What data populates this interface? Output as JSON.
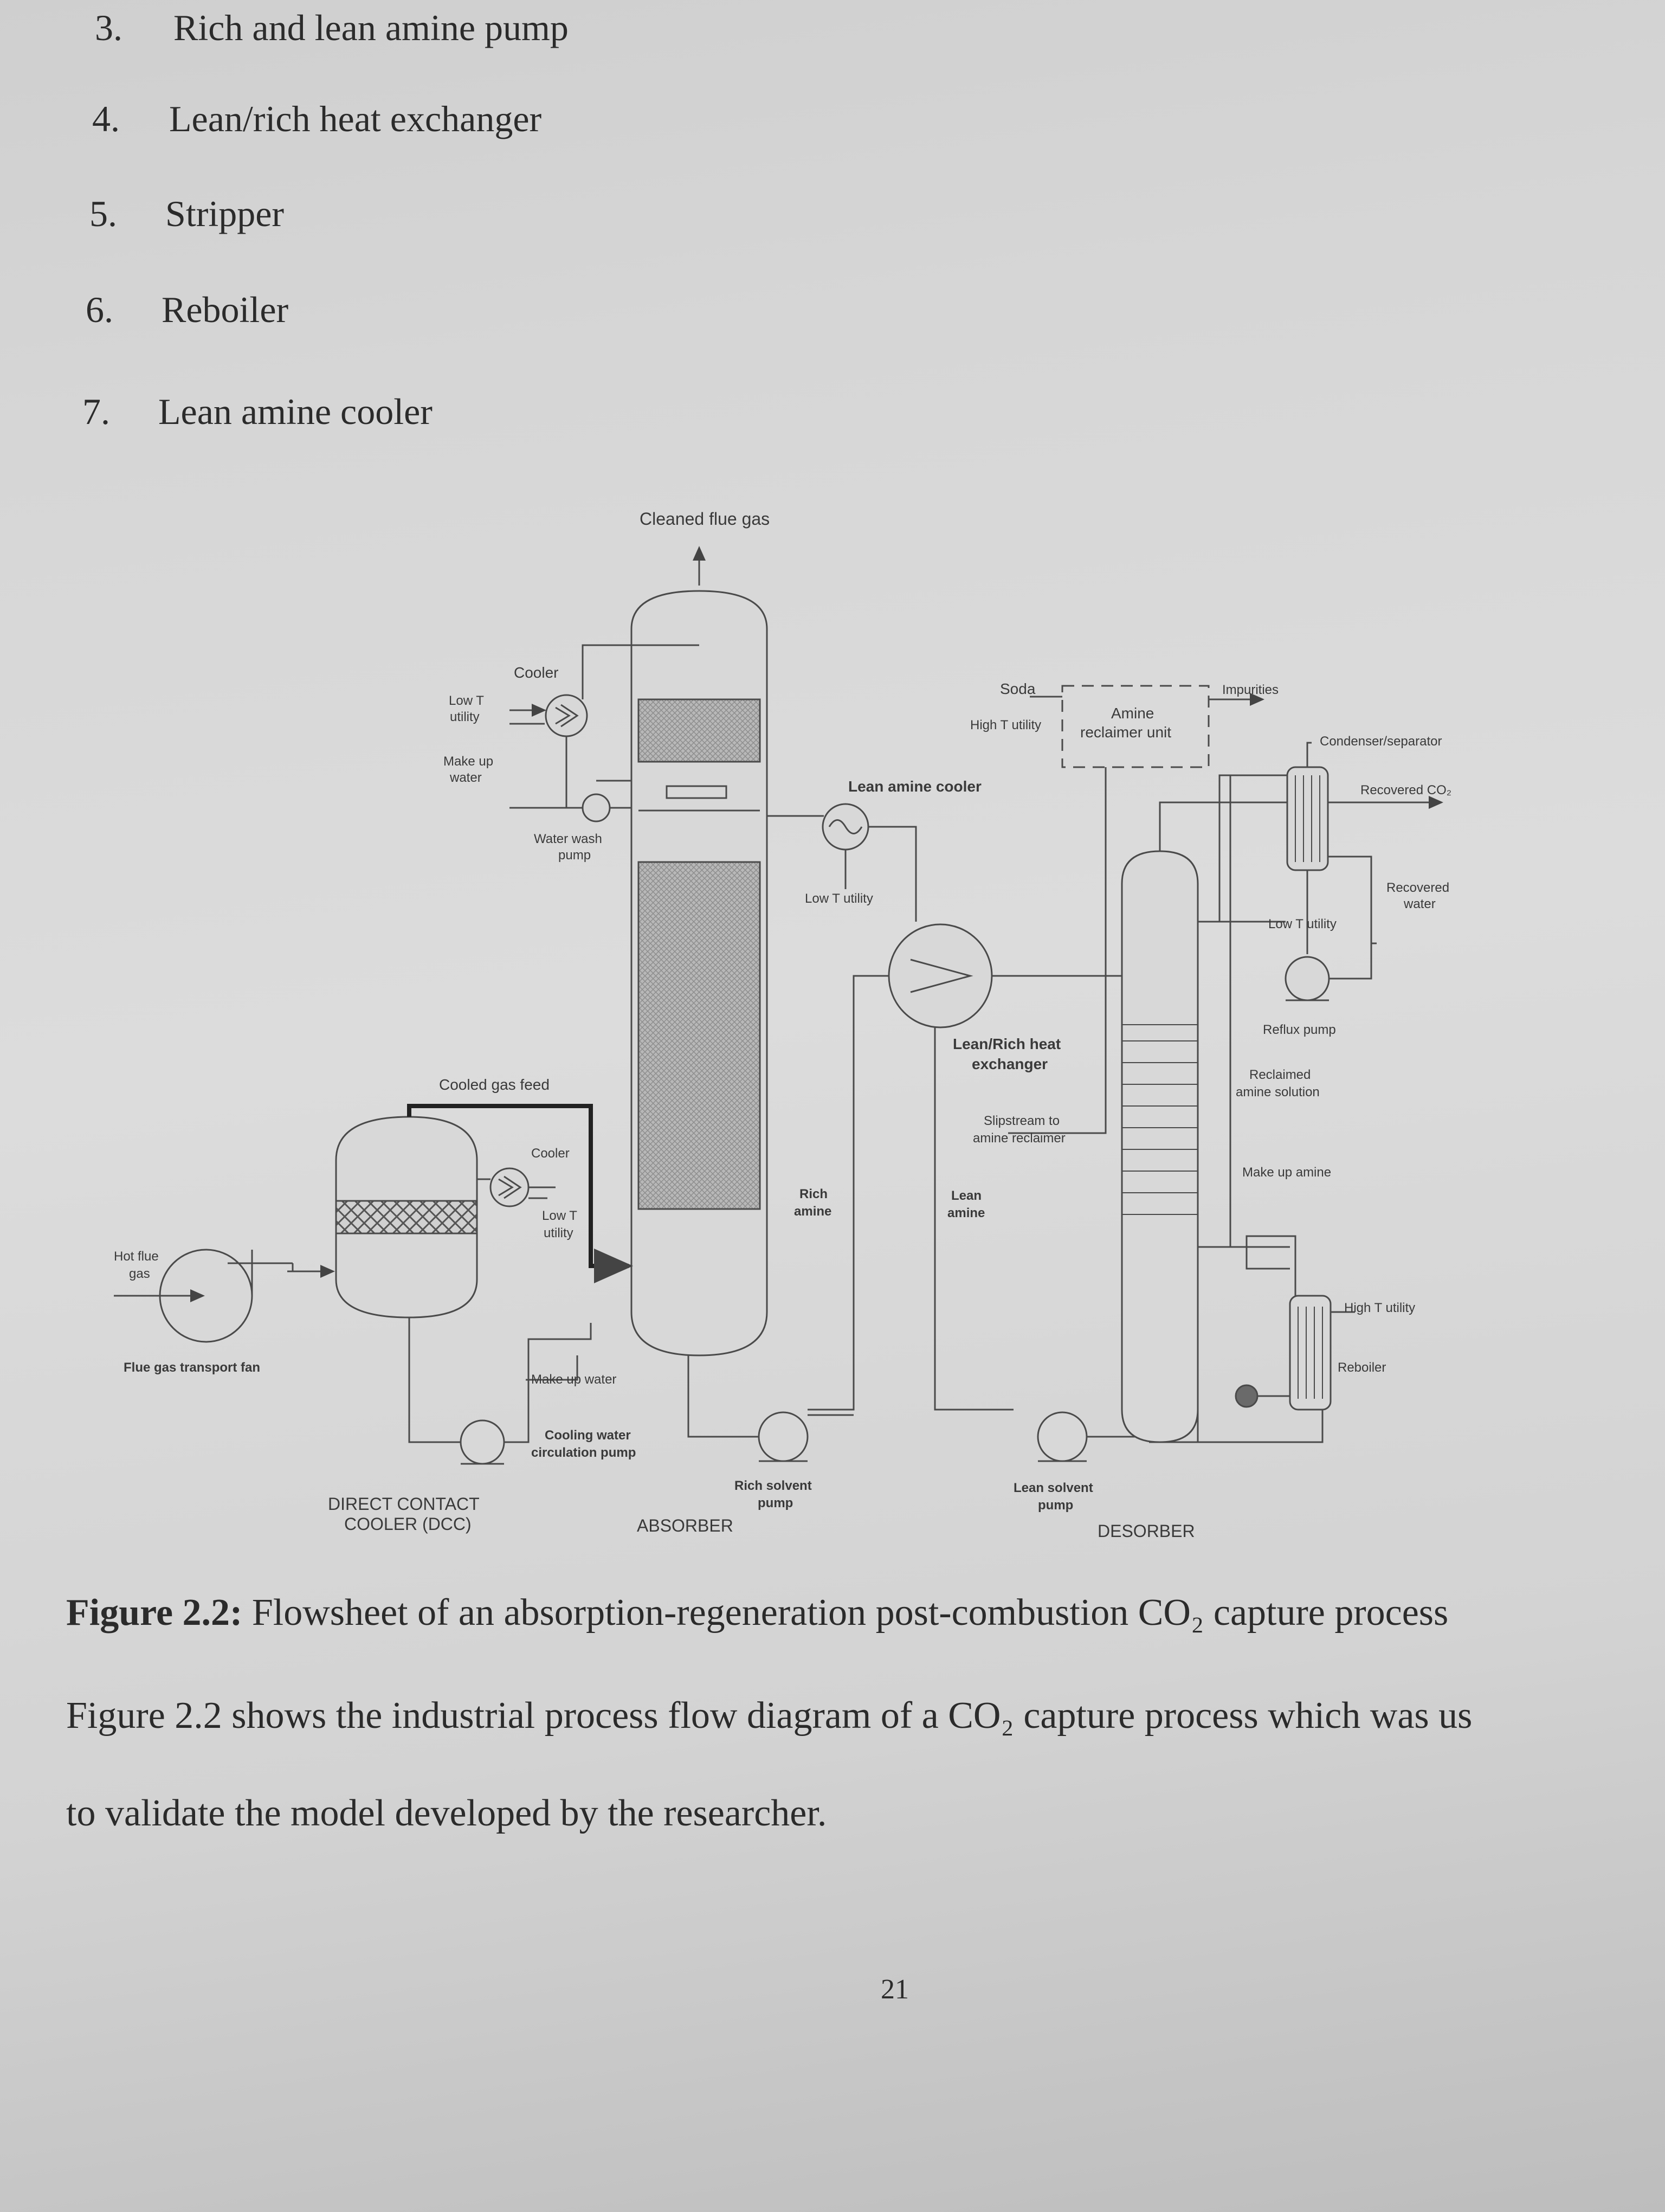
{
  "list_items": [
    {
      "num": "3.",
      "text": "Rich and lean amine pump"
    },
    {
      "num": "4.",
      "text": "Lean/rich heat exchanger"
    },
    {
      "num": "5.",
      "text": "Stripper"
    },
    {
      "num": "6.",
      "text": "Reboiler"
    },
    {
      "num": "7.",
      "text": "Lean amine cooler"
    }
  ],
  "figure": {
    "cleaned_flue_gas": "Cleaned flue gas",
    "cooler_top": "Cooler",
    "low_t_utility_a": "Low T",
    "low_t_utility_b": "utility",
    "make_up_water_a": "Make up",
    "make_up_water_b": "water",
    "water_wash_pump_a": "Water wash",
    "water_wash_pump_b": "pump",
    "lean_amine_cooler": "Lean amine cooler",
    "low_t_utility_mid": "Low T utility",
    "soda": "Soda",
    "high_t_utility_top": "High T utility",
    "amine_reclaimer_a": "Amine",
    "amine_reclaimer_b": "reclaimer unit",
    "impurities": "Impurities",
    "condenser_separator": "Condenser/separator",
    "recovered_co2": "Recovered CO₂",
    "recovered_water_a": "Recovered",
    "recovered_water_b": "water",
    "low_t_utility_right": "Low T utility",
    "reflux_pump": "Reflux pump",
    "reclaimed_a": "Reclaimed",
    "reclaimed_b": "amine solution",
    "make_up_amine": "Make up amine",
    "high_t_utility_right": "High T utility",
    "reboiler": "Reboiler",
    "lean_rich_hx_a": "Lean/Rich heat",
    "lean_rich_hx_b": "exchanger",
    "slipstream_a": "Slipstream to",
    "slipstream_b": "amine reclaimer",
    "lean_amine_a": "Lean",
    "lean_amine_b": "amine",
    "rich_amine_a": "Rich",
    "rich_amine_b": "amine",
    "cooled_gas_feed": "Cooled gas feed",
    "cooler_dcc": "Cooler",
    "low_t_dcc_a": "Low T",
    "low_t_dcc_b": "utility",
    "hot_flue_gas_a": "Hot flue",
    "hot_flue_gas_b": "gas",
    "flue_gas_fan": "Flue gas transport fan",
    "make_up_water_dcc": "Make up water",
    "cooling_water_pump_a": "Cooling water",
    "cooling_water_pump_b": "circulation pump",
    "rich_solvent_pump_a": "Rich solvent",
    "rich_solvent_pump_b": "pump",
    "lean_solvent_pump_a": "Lean solvent",
    "lean_solvent_pump_b": "pump",
    "dcc_a": "DIRECT CONTACT",
    "dcc_b": "COOLER (DCC)",
    "absorber": "ABSORBER",
    "desorber": "DESORBER"
  },
  "caption": {
    "label": "Figure 2.2:",
    "text": " Flowsheet of an absorption-regeneration post-combustion CO₂ capture process"
  },
  "paragraph": {
    "line1": "Figure 2.2 shows the industrial process flow diagram of a CO₂ capture process which was us",
    "line2": "to validate the model developed by the researcher."
  },
  "page_number": "21"
}
